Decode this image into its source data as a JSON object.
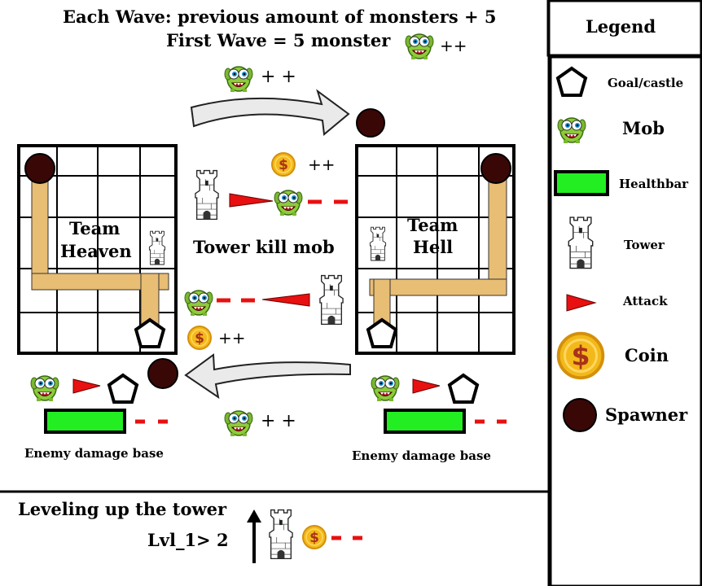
{
  "header": {
    "line1": "Each Wave: previous amount of monsters + 5",
    "line2": "First Wave = 5 monster",
    "plusplus": "++"
  },
  "legend": {
    "title": "Legend",
    "items": [
      {
        "label": "Goal/castle",
        "icon": "pentagon-icon"
      },
      {
        "label": "Mob",
        "icon": "mob-icon"
      },
      {
        "label": "Healthbar",
        "icon": "healthbar-icon"
      },
      {
        "label": "Tower",
        "icon": "tower-icon"
      },
      {
        "label": "Attack",
        "icon": "attack-icon"
      },
      {
        "label": "Coin",
        "icon": "coin-icon"
      },
      {
        "label": "Spawner",
        "icon": "spawner-icon"
      }
    ]
  },
  "flow": {
    "top_mob_plus": "+ +",
    "bottom_mob_plus": "+ +"
  },
  "team_heaven": {
    "line1": "Team",
    "line2": "Heaven"
  },
  "team_hell": {
    "line1": "Team",
    "line2": "Hell"
  },
  "center": {
    "label": "Tower kill mob",
    "coin_plus_top": "++",
    "coin_plus_bottom": "++"
  },
  "enemy_damage": {
    "left_label": "Enemy damage base",
    "right_label": "Enemy damage base"
  },
  "leveling": {
    "title": "Leveling up the tower",
    "level": "Lvl_1> 2"
  },
  "colors": {
    "path": "#e8bd74",
    "spawner": "#3a0707",
    "healthbar": "#22ee22",
    "attack": "#e81010",
    "coin": "#f3b91b",
    "mob": "#8ccc3a"
  }
}
